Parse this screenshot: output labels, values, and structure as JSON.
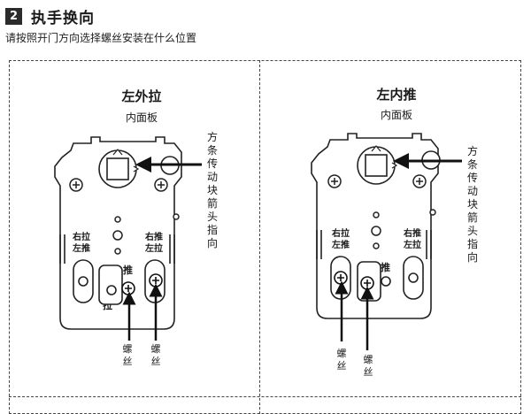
{
  "header": {
    "step_number": "2",
    "title": "执手换向"
  },
  "instruction": "请按照开门方向选择螺丝安装在什么位置",
  "panels": [
    {
      "title": "左外拉",
      "subtitle": "内面板",
      "direction_label": "方条传动块箭头指向",
      "left_slot_label": "右拉左推",
      "right_slot_label": "右推左拉",
      "push_label": "推",
      "pull_label": "拉",
      "screw_label_1": "螺丝",
      "screw_label_2": "螺丝"
    },
    {
      "title": "左内推",
      "subtitle": "内面板",
      "direction_label": "方条传动块箭头指向",
      "left_slot_label": "右拉左推",
      "right_slot_label": "右推左拉",
      "push_label": "推",
      "screw_label_1": "螺丝",
      "screw_label_2": "螺丝"
    }
  ]
}
